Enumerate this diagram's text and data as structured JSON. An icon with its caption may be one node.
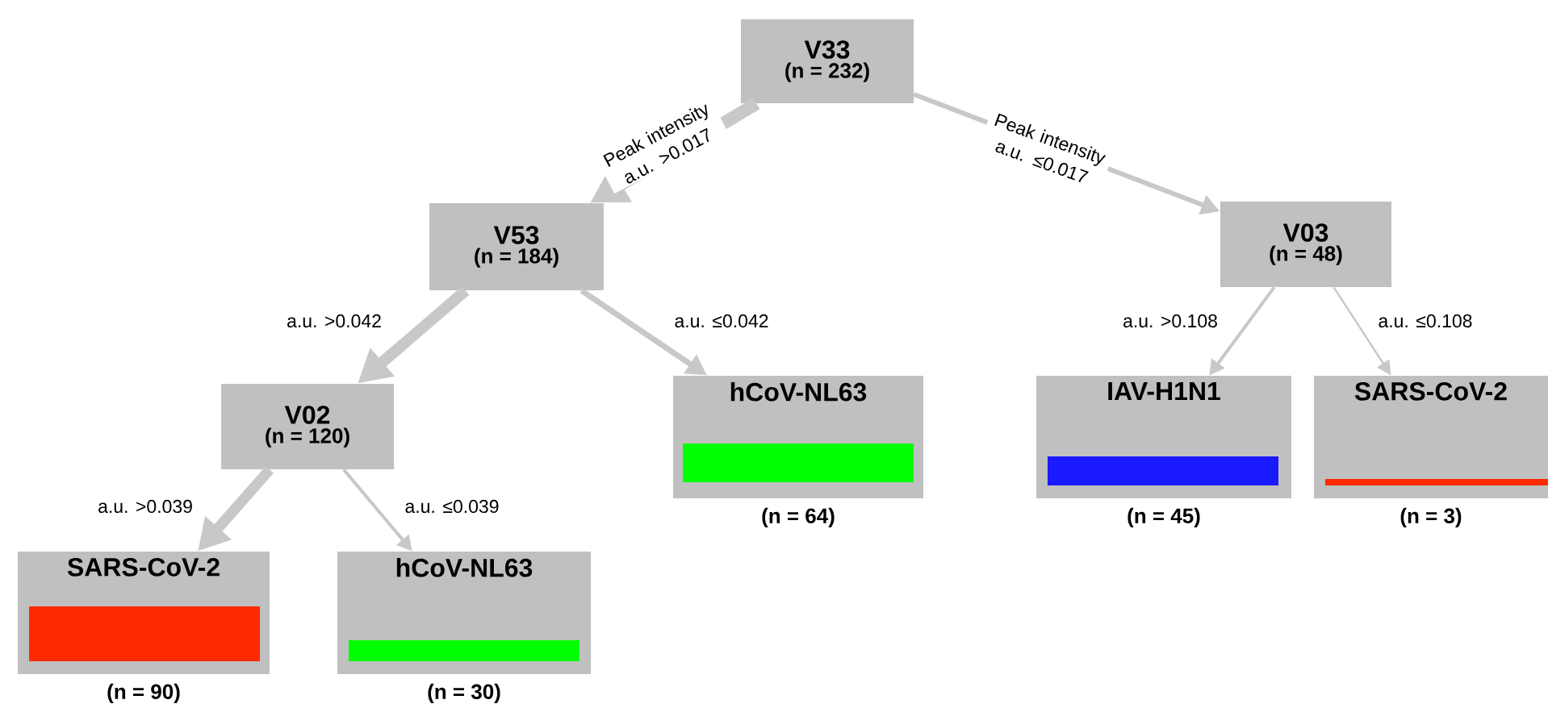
{
  "diagram": {
    "nodes": [
      {
        "text": [
          "V33",
          "(n = 232)"
        ]
      },
      {
        "text": [
          "V53",
          "(n = 184)"
        ]
      },
      {
        "text": [
          "V03",
          "(n = 48)"
        ]
      },
      {
        "text": [
          "V02",
          "(n = 120)"
        ]
      },
      {
        "text": [
          "hCoV-NL63"
        ],
        "beside": [
          "(n = 64)"
        ]
      },
      {
        "text": [
          "IAV-H1N1"
        ],
        "beside": [
          "(n = 45)"
        ]
      },
      {
        "text": [
          "SARS-CoV-2"
        ],
        "beside": [
          "(n = 3)"
        ]
      },
      {
        "text": [
          "SARS-CoV-2"
        ],
        "beside": [
          "(n = 90)"
        ]
      },
      {
        "text": [
          "hCoV-NL63"
        ],
        "beside": [
          "(n = 30)"
        ]
      }
    ],
    "edges": [
      {
        "from": 0,
        "to": 1,
        "arrow": "to",
        "label": "Peak intensity a.u. >0.017",
        "style": "thick"
      },
      {
        "from": 0,
        "to": 2,
        "arrow": "to",
        "label": "Peak intensity a.u. ≤0.017"
      },
      {
        "from": 1,
        "to": 3,
        "arrow": "to",
        "label": "a.u. >0.042",
        "style": "thick"
      },
      {
        "from": 1,
        "to": 4,
        "arrow": "to",
        "label": "a.u. ≤0.042"
      },
      {
        "from": 2,
        "to": 5,
        "arrow": "to",
        "label": "a.u. >0.108"
      },
      {
        "from": 2,
        "to": 6,
        "arrow": "to",
        "label": "a.u. ≤0.108"
      },
      {
        "from": 3,
        "to": 7,
        "arrow": "to",
        "label": "a.u. >0.039",
        "style": "thick"
      },
      {
        "from": 3,
        "to": 8,
        "arrow": "to",
        "label": "a.u. ≤0.039"
      }
    ]
  }
}
